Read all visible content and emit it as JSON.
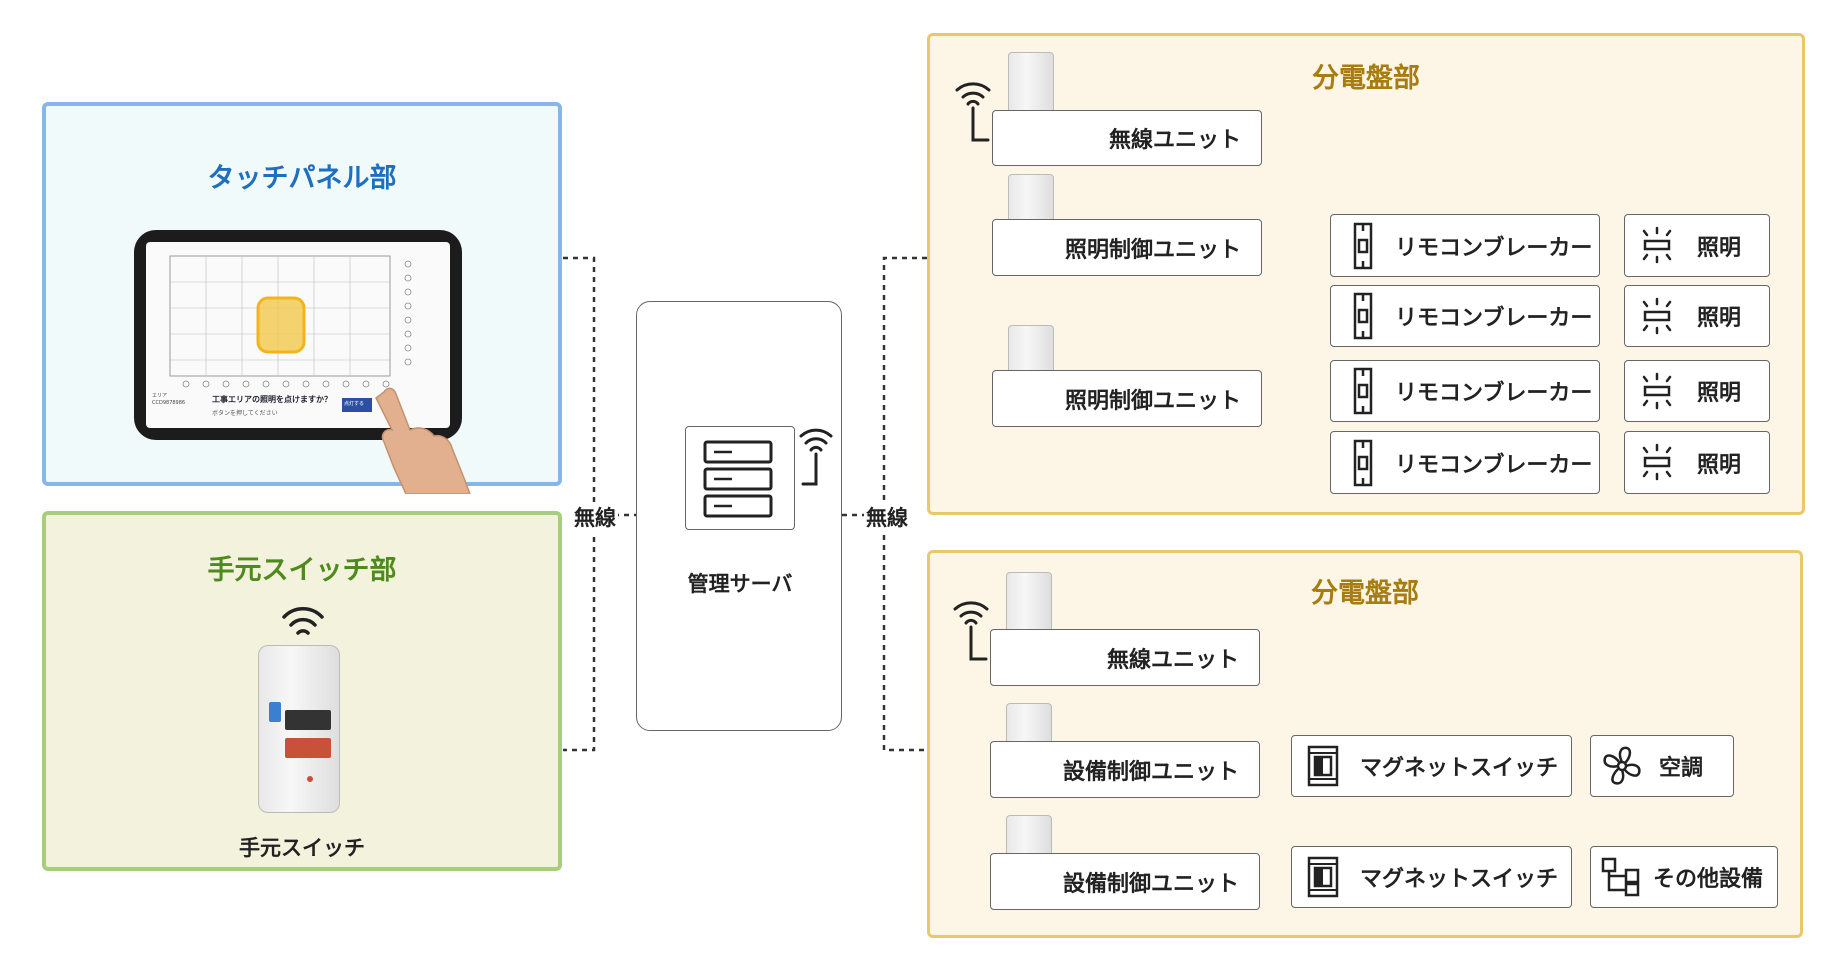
{
  "touch_panel": {
    "title": "タッチパネル部",
    "screen_prompt": "工事エリアの照明を点けますか？",
    "screen_sub": "ボタンを押してください",
    "screen_button": "点灯する",
    "screen_side_label": "エリア",
    "screen_side_code": "CCD9878986"
  },
  "switch_panel": {
    "title": "手元スイッチ部",
    "device_label": "手元スイッチ"
  },
  "link_label_left": "無線",
  "link_label_right": "無線",
  "server": {
    "label": "管理サーバ"
  },
  "dist_panel_1": {
    "title": "分電盤部",
    "wireless_unit": "無線ユニット",
    "control_units": [
      "照明制御ユニット",
      "照明制御ユニット"
    ],
    "rows": [
      {
        "breaker": "リモコンブレーカー",
        "load": "照明"
      },
      {
        "breaker": "リモコンブレーカー",
        "load": "照明"
      },
      {
        "breaker": "リモコンブレーカー",
        "load": "照明"
      },
      {
        "breaker": "リモコンブレーカー",
        "load": "照明"
      }
    ]
  },
  "dist_panel_2": {
    "title": "分電盤部",
    "wireless_unit": "無線ユニット",
    "control_units": [
      "設備制御ユニット",
      "設備制御ユニット"
    ],
    "rows": [
      {
        "switch": "マグネットスイッチ",
        "load": "空調"
      },
      {
        "switch": "マグネットスイッチ",
        "load": "その他設備"
      }
    ]
  },
  "colors": {
    "touch_title": "#1f6fc0",
    "switch_title": "#4f8a1d",
    "dist_title": "#a77c10",
    "touch_border": "#86b6ea",
    "switch_border": "#a7cf7b",
    "dist_border": "#e8c96a",
    "touch_bg": "#f1fafa",
    "switch_bg": "#f3f2dc",
    "dist_bg": "#fdf6e6"
  },
  "icons": [
    "wifi-icon",
    "server-icon",
    "breaker-icon",
    "light-icon",
    "magnet-switch-icon",
    "fan-icon",
    "equipment-icon"
  ]
}
